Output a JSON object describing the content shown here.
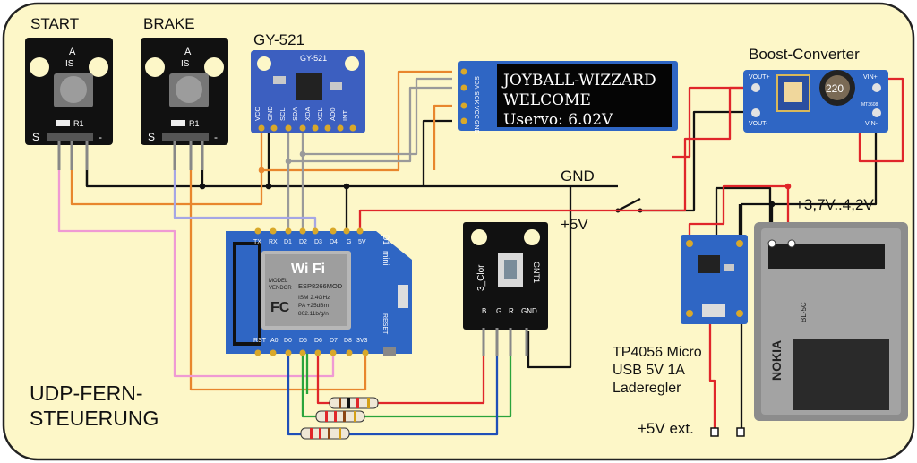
{
  "labels": {
    "start": "START",
    "brake": "BRAKE",
    "gy521": "GY-521",
    "boost": "Boost-Converter",
    "gnd": "GND",
    "plus5v": "+5V",
    "battery_voltage": "+3,7V..4,2V",
    "tp4056": [
      "TP4056 Micro",
      "USB 5V 1A",
      "Laderegler"
    ],
    "plus5v_ext": "+5V ext.",
    "title": [
      "UDP-FERN-",
      "STEUERUNG"
    ]
  },
  "oled": {
    "lines": [
      "JOYBALL-WIZZARD",
      "WELCOME",
      "Uservo: 6.02V"
    ],
    "pins": [
      "SDA",
      "SCK",
      "VCC",
      "GND"
    ]
  },
  "button_module": {
    "letters": [
      "A",
      "IS"
    ],
    "resistor": "R1",
    "pins": [
      "S",
      "-"
    ]
  },
  "gy521_pins": [
    "VCC",
    "GND",
    "SCL",
    "SDA",
    "XDA",
    "XCL",
    "AD0",
    "INT"
  ],
  "gy521_text": "GY-521",
  "wemos": {
    "wifi": "Wi Fi",
    "chip": "ESP8266MOD",
    "vendor": [
      "MODEL",
      "VENDOR"
    ],
    "fc": "FC",
    "specs": [
      "ISM 2.4GHz",
      "PA +25dBm",
      "802.11b/g/n"
    ],
    "top_pins": [
      "TX",
      "RX",
      "D1",
      "D2",
      "D3",
      "D4",
      "G",
      "5V"
    ],
    "bottom_pins": [
      "RST",
      "A0",
      "D0",
      "D5",
      "D6",
      "D7",
      "D8",
      "3V3"
    ],
    "side": [
      "D1",
      "mini"
    ],
    "reset": "RESET"
  },
  "rgb": {
    "label": "3_Clor",
    "pins": [
      "B",
      "G",
      "R",
      "GND"
    ],
    "gnd": "GNT1"
  },
  "boost_pins": {
    "vout_plus": "VOUT+",
    "vout_minus": "VOUT-",
    "vin_plus": "VIN+",
    "vin_minus": "VIN-",
    "coil": "220",
    "chip": "MT3608"
  },
  "battery": {
    "brand": "NOKIA",
    "model": "BL-5C"
  },
  "colors": {
    "background": "#fdf7c8",
    "border": "#222222",
    "wire_black": "#111111",
    "wire_red": "#e0262a",
    "wire_orange": "#e8862d",
    "wire_gray": "#9a9a9a",
    "wire_blue": "#1f4fb8",
    "wire_green": "#2aa43b",
    "wire_pink": "#ef9ad3",
    "wire_lavender": "#a5a6e4",
    "board_blue": "#2f66c4",
    "module_black": "#111111"
  }
}
